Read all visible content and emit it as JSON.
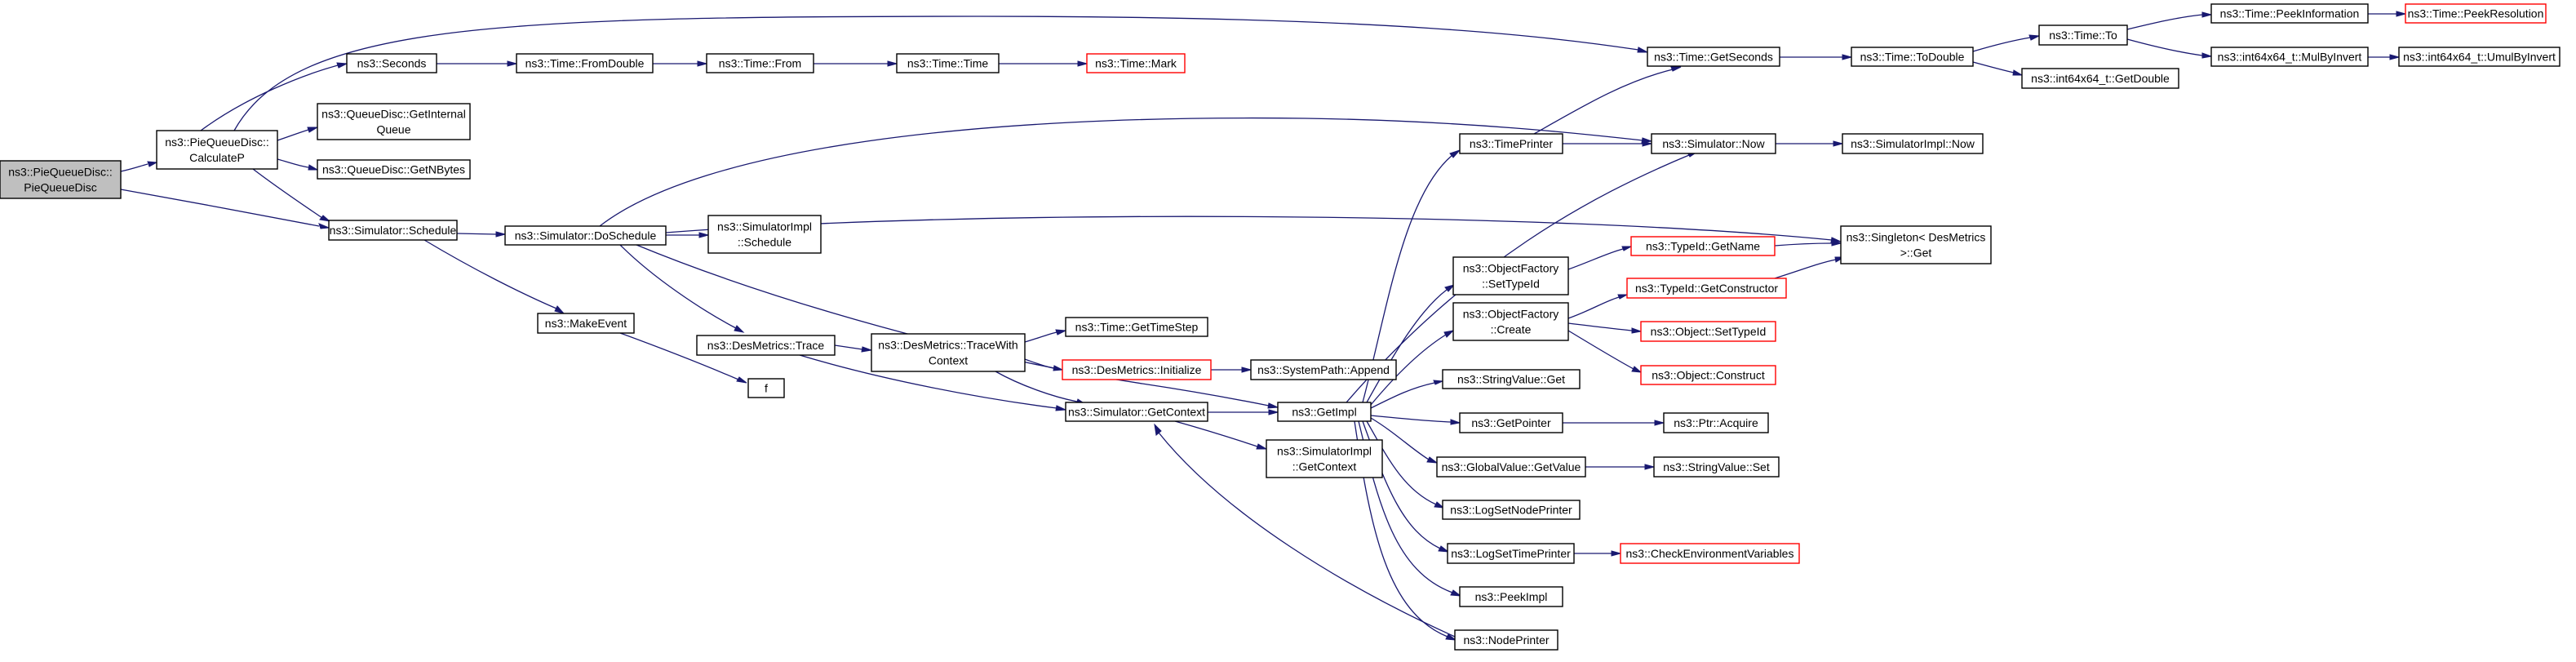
{
  "colors": {
    "edge": "#191970",
    "node_border": "#000000",
    "truncated_border": "#ff0000",
    "root_fill": "#bfbfbf",
    "node_fill": "#ffffff"
  },
  "nodes": [
    {
      "id": "root",
      "lines": [
        "ns3::PieQueueDisc::",
        "PieQueueDisc"
      ],
      "style": "root"
    },
    {
      "id": "calcp",
      "lines": [
        "ns3::PieQueueDisc::",
        "CalculateP"
      ],
      "style": "normal"
    },
    {
      "id": "seconds",
      "lines": [
        "ns3::Seconds"
      ],
      "style": "normal"
    },
    {
      "id": "getinternal",
      "lines": [
        "ns3::QueueDisc::GetInternal",
        "Queue"
      ],
      "style": "normal"
    },
    {
      "id": "getnbytes",
      "lines": [
        "ns3::QueueDisc::GetNBytes"
      ],
      "style": "normal"
    },
    {
      "id": "schedule",
      "lines": [
        "ns3::Simulator::Schedule"
      ],
      "style": "normal"
    },
    {
      "id": "fromdouble",
      "lines": [
        "ns3::Time::FromDouble"
      ],
      "style": "normal"
    },
    {
      "id": "from",
      "lines": [
        "ns3::Time::From"
      ],
      "style": "normal"
    },
    {
      "id": "time",
      "lines": [
        "ns3::Time::Time"
      ],
      "style": "normal"
    },
    {
      "id": "mark",
      "lines": [
        "ns3::Time::Mark"
      ],
      "style": "truncated"
    },
    {
      "id": "doschedule",
      "lines": [
        "ns3::Simulator::DoSchedule"
      ],
      "style": "normal"
    },
    {
      "id": "simimplschedule",
      "lines": [
        "ns3::SimulatorImpl",
        "::Schedule"
      ],
      "style": "normal"
    },
    {
      "id": "makeevent",
      "lines": [
        "ns3::MakeEvent"
      ],
      "style": "normal"
    },
    {
      "id": "dmtrace",
      "lines": [
        "ns3::DesMetrics::Trace"
      ],
      "style": "normal"
    },
    {
      "id": "f",
      "lines": [
        "f"
      ],
      "style": "normal"
    },
    {
      "id": "tracewithcontext",
      "lines": [
        "ns3::DesMetrics::TraceWith",
        "Context"
      ],
      "style": "normal"
    },
    {
      "id": "gettimestep",
      "lines": [
        "ns3::Time::GetTimeStep"
      ],
      "style": "normal"
    },
    {
      "id": "dminit",
      "lines": [
        "ns3::DesMetrics::Initialize"
      ],
      "style": "truncated"
    },
    {
      "id": "getcontext",
      "lines": [
        "ns3::Simulator::GetContext"
      ],
      "style": "normal"
    },
    {
      "id": "sysappend",
      "lines": [
        "ns3::SystemPath::Append"
      ],
      "style": "normal"
    },
    {
      "id": "simimplgetcontext",
      "lines": [
        "ns3::SimulatorImpl",
        "::GetContext"
      ],
      "style": "normal"
    },
    {
      "id": "getimpl",
      "lines": [
        "ns3::GetImpl"
      ],
      "style": "normal"
    },
    {
      "id": "timeprinter",
      "lines": [
        "ns3::TimePrinter"
      ],
      "style": "normal"
    },
    {
      "id": "ofsettypeid",
      "lines": [
        "ns3::ObjectFactory",
        "::SetTypeId"
      ],
      "style": "normal"
    },
    {
      "id": "ofcreate",
      "lines": [
        "ns3::ObjectFactory",
        "::Create"
      ],
      "style": "normal"
    },
    {
      "id": "stringvalueget",
      "lines": [
        "ns3::StringValue::Get"
      ],
      "style": "normal"
    },
    {
      "id": "getpointer",
      "lines": [
        "ns3::GetPointer"
      ],
      "style": "normal"
    },
    {
      "id": "gvgetvalue",
      "lines": [
        "ns3::GlobalValue::GetValue"
      ],
      "style": "normal"
    },
    {
      "id": "logsetnodeprinter",
      "lines": [
        "ns3::LogSetNodePrinter"
      ],
      "style": "normal"
    },
    {
      "id": "logsettimeprinter",
      "lines": [
        "ns3::LogSetTimePrinter"
      ],
      "style": "normal"
    },
    {
      "id": "peekimpl",
      "lines": [
        "ns3::PeekImpl"
      ],
      "style": "normal"
    },
    {
      "id": "nodeprinter",
      "lines": [
        "ns3::NodePrinter"
      ],
      "style": "normal"
    },
    {
      "id": "getseconds",
      "lines": [
        "ns3::Time::GetSeconds"
      ],
      "style": "normal"
    },
    {
      "id": "simnow",
      "lines": [
        "ns3::Simulator::Now"
      ],
      "style": "normal"
    },
    {
      "id": "typeidgetname",
      "lines": [
        "ns3::TypeId::GetName"
      ],
      "style": "truncated"
    },
    {
      "id": "typeidgetctor",
      "lines": [
        "ns3::TypeId::GetConstructor"
      ],
      "style": "truncated"
    },
    {
      "id": "objsettypeid",
      "lines": [
        "ns3::Object::SetTypeId"
      ],
      "style": "truncated"
    },
    {
      "id": "objconstruct",
      "lines": [
        "ns3::Object::Construct"
      ],
      "style": "truncated"
    },
    {
      "id": "ptracquire",
      "lines": [
        "ns3::Ptr::Acquire"
      ],
      "style": "normal"
    },
    {
      "id": "stringvalueset",
      "lines": [
        "ns3::StringValue::Set"
      ],
      "style": "normal"
    },
    {
      "id": "checkenv",
      "lines": [
        "ns3::CheckEnvironmentVariables"
      ],
      "style": "truncated"
    },
    {
      "id": "todouble",
      "lines": [
        "ns3::Time::ToDouble"
      ],
      "style": "normal"
    },
    {
      "id": "simimplnow",
      "lines": [
        "ns3::SimulatorImpl::Now"
      ],
      "style": "normal"
    },
    {
      "id": "singletonget",
      "lines": [
        "ns3::Singleton< DesMetrics",
        " >::Get"
      ],
      "style": "normal"
    },
    {
      "id": "timeto",
      "lines": [
        "ns3::Time::To"
      ],
      "style": "normal"
    },
    {
      "id": "int64getdouble",
      "lines": [
        "ns3::int64x64_t::GetDouble"
      ],
      "style": "normal"
    },
    {
      "id": "peekinformation",
      "lines": [
        "ns3::Time::PeekInformation"
      ],
      "style": "normal"
    },
    {
      "id": "mulbyinvert",
      "lines": [
        "ns3::int64x64_t::MulByInvert"
      ],
      "style": "normal"
    },
    {
      "id": "peekresolution",
      "lines": [
        "ns3::Time::PeekResolution"
      ],
      "style": "truncated"
    },
    {
      "id": "umulbyinvert",
      "lines": [
        "ns3::int64x64_t::UmulByInvert"
      ],
      "style": "normal"
    }
  ]
}
